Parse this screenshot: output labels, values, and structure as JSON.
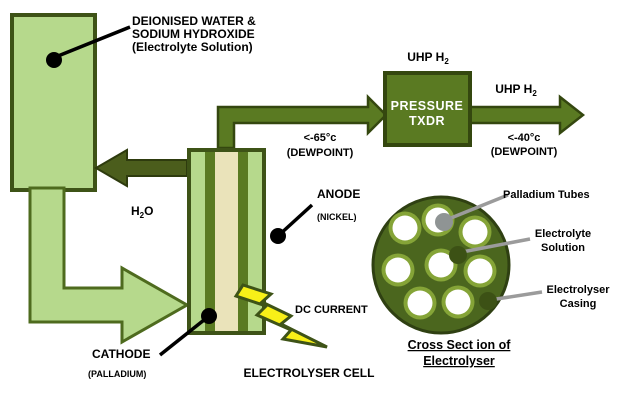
{
  "colors": {
    "light_green": "#b6d98c",
    "medium_olive": "#4e6b1e",
    "olive": "#5a7a22",
    "dark_olive_outline": "#34470f",
    "dark_return_arrow": "#4b5d1c",
    "cell_border": "#3e5317",
    "beige": "#eae3ba",
    "casing_green": "#4b661e",
    "tube_ring": "#85a437",
    "bolt_yellow": "#f8f018",
    "leader_gray": "#9b9b9b",
    "tube_gray_dot": "#8f9494"
  },
  "tank_label": {
    "line1": "DEIONISED WATER &",
    "line2": "SODIUM HYDROXIDE",
    "line3": "(Electrolyte Solution)"
  },
  "h2o": {
    "base": "H",
    "sub": "2",
    "tail": "O"
  },
  "pipe_to_txdr": {
    "temp": "<-65°c",
    "note": "(DEWPOINT)"
  },
  "txdr": {
    "line1": "PRESSURE",
    "line2": "TXDR",
    "top_label": {
      "base": "UHP H",
      "sub": "2"
    }
  },
  "outlet": {
    "label": {
      "base": "UHP H",
      "sub": "2"
    },
    "temp": "<-40°c",
    "note": "(DEWPOINT)"
  },
  "anode": {
    "name": "ANODE",
    "material": "(NICKEL)"
  },
  "cathode": {
    "name": "CATHODE",
    "material": "(PALLADIUM)"
  },
  "dc_current": "DC CURRENT",
  "cell_caption": "ELECTROLYSER CELL",
  "cross_section": {
    "labels": {
      "tubes": "Palladium Tubes",
      "solution1": "Electrolyte",
      "solution2": "Solution",
      "casing1": "Electrolyser",
      "casing2": "Casing"
    },
    "caption1": "Cross Sect ion of",
    "caption2": "Electrolyser"
  }
}
